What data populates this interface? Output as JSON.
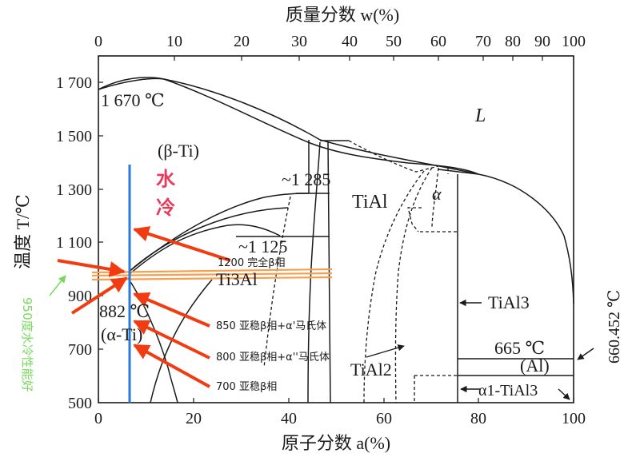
{
  "axes": {
    "top_title": "质量分数 w(%)",
    "bottom_title": "原子分数 a(%)",
    "left_title": "温度 T/℃",
    "top_ticks": [
      "0",
      "10",
      "20",
      "30",
      "40",
      "50",
      "60",
      "70",
      "80",
      "90",
      "100"
    ],
    "bottom_ticks": [
      "0",
      "20",
      "40",
      "60",
      "80",
      "100"
    ],
    "left_ticks": [
      "1 700",
      "1 500",
      "1 300",
      "1 100",
      "900",
      "700",
      "500"
    ]
  },
  "phase_labels": {
    "liquid": "L",
    "beta_ti": "(β-Ti)",
    "alpha_ti": "(α-Ti)",
    "tial": "TiAl",
    "ti3al": "Ti3Al",
    "tial2": "TiAl2",
    "tial3": "TiAl3",
    "al": "(Al)",
    "alpha1_tial3": "α1-TiAl3",
    "alpha_small": "α"
  },
  "temperature_labels": {
    "melt_ti": "1 670 ℃",
    "peritectic": "~1 285",
    "eutectoid": "~1 125",
    "beta_transus": "882 ℃",
    "eutectic_al": "665 ℃",
    "melt_al": "660.452 ℃"
  },
  "annotations": {
    "quench": "水冷",
    "a1200": "1200 完全β相",
    "a850": "850 亚稳β相+α'马氏体",
    "a800": "800 亚稳β相+α''马氏体",
    "a700": "700 亚稳β相",
    "side_note": "950度水冷性能好"
  },
  "colors": {
    "curve": "#1a1a1a",
    "blue_line": "#2a7ad8",
    "red_arrow": "#f03c10",
    "orange_band": "#f5a050",
    "quench_text": "#e83a5a",
    "green_note": "#7ad860"
  }
}
